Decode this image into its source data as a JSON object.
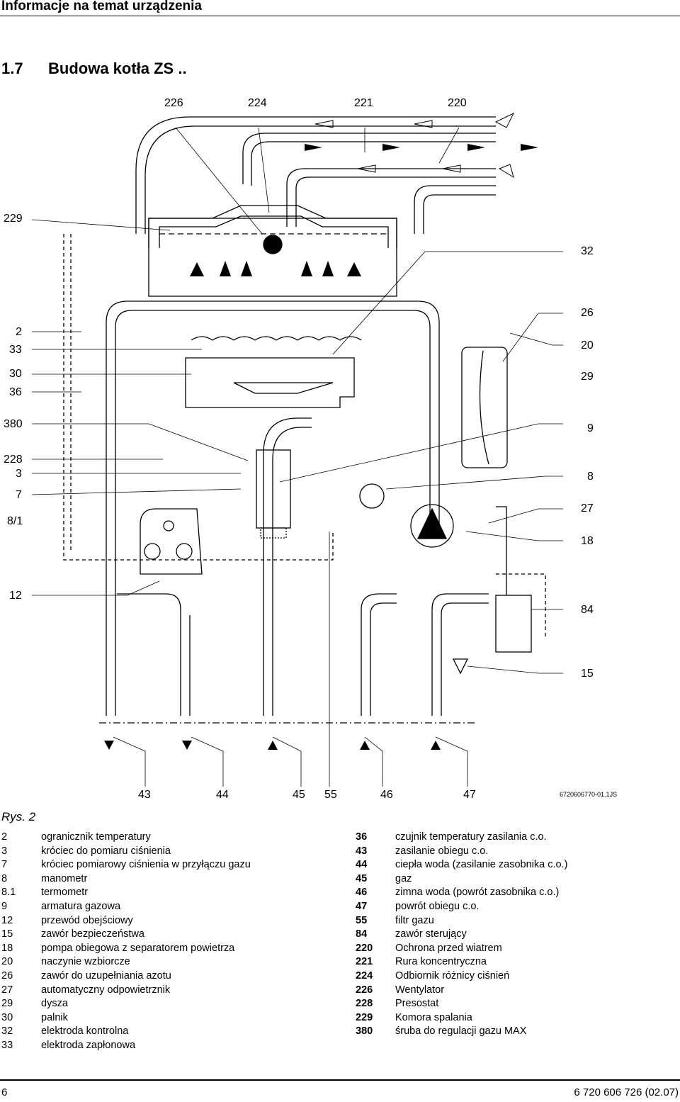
{
  "header": {
    "title": "Informacje na temat urządzenia"
  },
  "section": {
    "number": "1.7",
    "title": "Budowa kotła ZS .."
  },
  "callouts_top": [
    "226",
    "224",
    "221",
    "220"
  ],
  "callouts_left": [
    "229",
    "2",
    "33",
    "30",
    "36",
    "380",
    "228",
    "3",
    "7",
    "8/1",
    "12"
  ],
  "callouts_right": [
    "32",
    "26",
    "20",
    "29",
    "9",
    "8",
    "27",
    "18",
    "84",
    "15"
  ],
  "callouts_bottom": [
    "43",
    "44",
    "45",
    "55",
    "46",
    "47"
  ],
  "drawing_code": "6720606770-01.1JS",
  "figure_caption": "Rys. 2",
  "legend_left": [
    {
      "k": "2",
      "v": "ogranicznik temperatury"
    },
    {
      "k": "3",
      "v": "króciec do pomiaru ciśnienia"
    },
    {
      "k": "7",
      "v": "króciec pomiarowy ciśnienia w przyłączu gazu"
    },
    {
      "k": "8",
      "v": "manometr"
    },
    {
      "k": "8.1",
      "v": "termometr"
    },
    {
      "k": "9",
      "v": "armatura gazowa"
    },
    {
      "k": "12",
      "v": "przewód obejściowy"
    },
    {
      "k": "15",
      "v": "zawór bezpieczeństwa"
    },
    {
      "k": "18",
      "v": "pompa obiegowa z separatorem powietrza"
    },
    {
      "k": "20",
      "v": "naczynie wzbiorcze"
    },
    {
      "k": "26",
      "v": "zawór do uzupełniania azotu"
    },
    {
      "k": "27",
      "v": "automatyczny odpowietrznik"
    },
    {
      "k": "29",
      "v": "dysza"
    },
    {
      "k": "30",
      "v": "palnik"
    },
    {
      "k": "32",
      "v": "elektroda kontrolna"
    },
    {
      "k": "33",
      "v": "elektroda zapłonowa"
    }
  ],
  "legend_right": [
    {
      "k": "36",
      "v": "czujnik temperatury zasilania c.o."
    },
    {
      "k": "43",
      "v": "zasilanie obiegu c.o."
    },
    {
      "k": "44",
      "v": "ciepła woda (zasilanie zasobnika c.o.)"
    },
    {
      "k": "45",
      "v": "gaz"
    },
    {
      "k": "46",
      "v": "zimna woda (powrót zasobnika c.o.)"
    },
    {
      "k": "47",
      "v": "powrót obiegu c.o."
    },
    {
      "k": "55",
      "v": "filtr gazu"
    },
    {
      "k": "84",
      "v": "zawór sterujący"
    },
    {
      "k": "220",
      "v": "Ochrona przed wiatrem"
    },
    {
      "k": "221",
      "v": "Rura koncentryczna"
    },
    {
      "k": "224",
      "v": "Odbiornik różnicy ciśnień"
    },
    {
      "k": "226",
      "v": "Wentylator"
    },
    {
      "k": "228",
      "v": "Presostat"
    },
    {
      "k": "229",
      "v": "Komora spalania"
    },
    {
      "k": "380",
      "v": "śruba do regulacji gazu MAX"
    }
  ],
  "footer": {
    "page": "6",
    "doc_number": "6 720 606 726 (02.07)"
  }
}
